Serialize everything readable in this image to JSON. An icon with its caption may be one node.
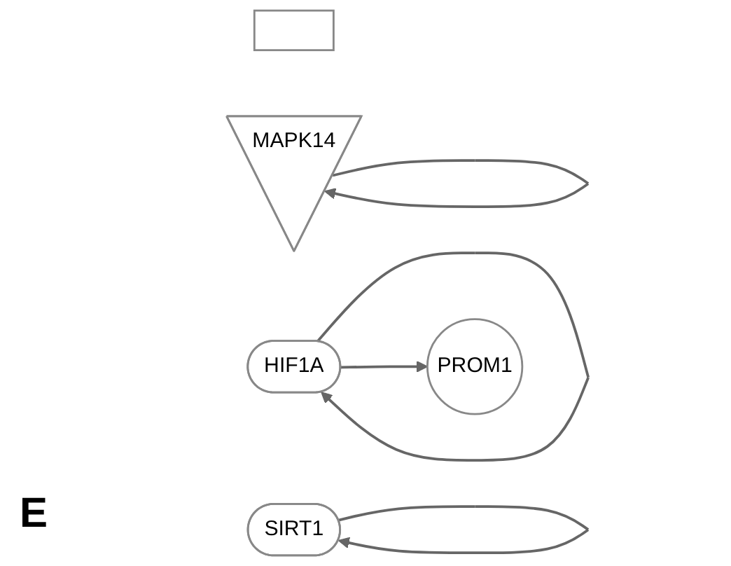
{
  "diagram": {
    "nodes": [
      {
        "text": [],
        "shape": "box"
      },
      {
        "text": [
          "MAPK14"
        ]
      },
      {
        "text": [
          "HIF1A"
        ]
      },
      {
        "text": [
          "PROM1"
        ]
      },
      {
        "text": [
          "SIRT1"
        ]
      }
    ],
    "edges": [
      {
        "from": 1,
        "to": 1,
        "arrow": "to"
      },
      {
        "from": 2,
        "to": 2,
        "arrow": "to"
      },
      {
        "from": 2,
        "to": 3,
        "arrow": "to"
      },
      {
        "from": 4,
        "to": 4,
        "arrow": "to"
      }
    ],
    "labels": [
      "E"
    ]
  }
}
